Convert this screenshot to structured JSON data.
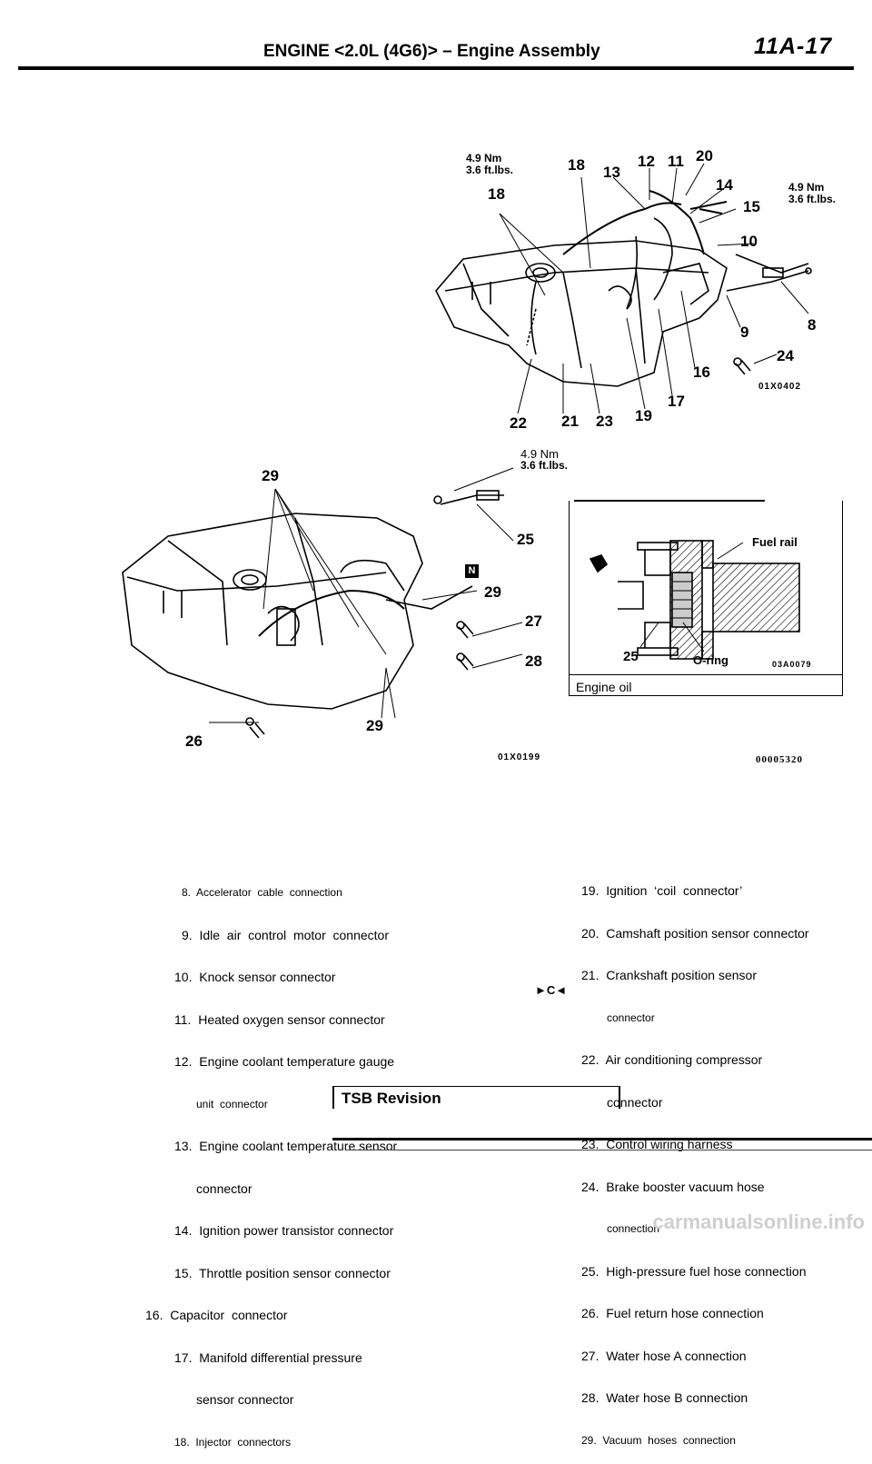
{
  "header": {
    "title": "ENGINE <2.0L (4G6)> – Engine Assembly",
    "code": "11A-17"
  },
  "figure_top": {
    "torque_values": [
      "4.9 Nm",
      "3.6 ft.lbs."
    ],
    "callouts": [
      "18",
      "13",
      "12",
      "11",
      "20",
      "18",
      "14",
      "15",
      "10",
      "9",
      "8",
      "24",
      "16",
      "17",
      "22",
      "21",
      "23",
      "19"
    ],
    "fig_code": "01X0402"
  },
  "figure_bottom": {
    "torque_values": [
      "4.9 Nm",
      "3.6 ft.lbs."
    ],
    "callouts": [
      "29",
      "25",
      "29",
      "27",
      "28",
      "29",
      "26"
    ],
    "marker": "N",
    "fig_code": "01X0199",
    "ref_number": "00005320"
  },
  "inset": {
    "labels": [
      "Fuel rail",
      "25",
      "O-ring",
      "Engine oil"
    ],
    "fig_code": "03A0079"
  },
  "legend_left": [
    "8.  Accelerator  cable  connection",
    "9.  Idle  air  control  motor  connector",
    "10.  Knock sensor connector",
    "11.  Heated oxygen sensor connector",
    "12.  Engine coolant temperature gauge",
    "unit  connector",
    "13.  Engine coolant temperature sensor",
    "connector",
    "14.  Ignition power transistor connector",
    "15.  Throttle position sensor connector",
    "16.  Capacitor  connector",
    "17.  Manifold differential pressure",
    "sensor connector",
    "18.  Injector  connectors"
  ],
  "legend_right": [
    "19.  Ignition  ‘coil  connector’",
    "20.  Camshaft position sensor connector",
    "21.  Crankshaft position sensor",
    "connector",
    "22.  Air conditioning compressor",
    "connector",
    "23.  Control wiring harness",
    "24.  Brake booster vacuum hose",
    "connection",
    "25.  High-pressure fuel hose connection",
    "26.  Fuel return hose connection",
    "27.  Water hose A connection",
    "28.  Water hose B connection",
    "29.  Vacuum  hoses  connection"
  ],
  "legend_marker": "►C◄",
  "footer": {
    "tsb": "TSB Revision"
  },
  "watermark": "carmanualsonline.info"
}
